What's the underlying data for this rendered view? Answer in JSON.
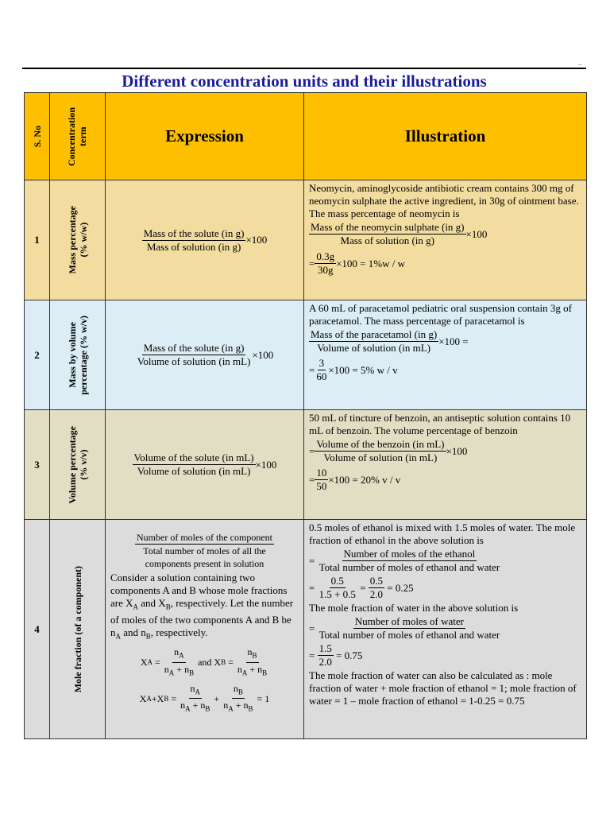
{
  "title": "Different concentration units and their illustrations",
  "headers": {
    "sno": "S. No",
    "term": "Concentration term",
    "expression": "Expression",
    "illustration": "Illustration"
  },
  "colors": {
    "header": "#fdbf00",
    "row1": "#f2dca0",
    "row2": "#dcedf5",
    "row3": "#e2dec4",
    "row4": "#dcdcdc",
    "title": "#1b1b9c"
  },
  "rows": [
    {
      "no": "1",
      "term": "Mass percentage",
      "term2": "(% w/w)",
      "expr_num": "Mass of the solute (in g)",
      "expr_den": "Mass of solution (in g)",
      "expr_mul": "×100",
      "ill_text": "Neomycin, aminoglycoside antibiotic cream contains 300 mg of neomycin sulphate the active ingredient, in 30g of ointment base. The mass percentage of neomycin is",
      "ill_num": "Mass of the neomycin sulphate (in g)",
      "ill_den": "Mass of solution (in g)",
      "ill_mul": "×100",
      "res_eq": "=",
      "res_num": "0.3g",
      "res_den": "30g",
      "res_tail": "×100 = 1%w / w"
    },
    {
      "no": "2",
      "term": "Mass by volume",
      "term2": "percentage (% w/v)",
      "expr_num": "Mass of the solute (in g)",
      "expr_den": "Volume of solution (in mL)",
      "expr_mul": "×100",
      "ill_text": "A 60 mL of paracetamol pediatric oral suspension contain 3g of paracetamol. The mass percentage of paracetamol is",
      "ill_num": "Mass of the paracetamol (in g)",
      "ill_den": "Volume of solution (in mL)",
      "ill_mul": "×100 =",
      "res_eq": "=",
      "res_num": "3",
      "res_den": "60",
      "res_tail": "×100 = 5% w / v"
    },
    {
      "no": "3",
      "term": "Volume percentage",
      "term2": "(% v/v)",
      "expr_num": "Volume of the solute (in mL)",
      "expr_den": "Volume of solution (in mL)",
      "expr_mul": "×100",
      "ill_text": "50 mL of tincture of benzoin, an antiseptic solution contains 10 mL of benzoin. The volume percentage of benzoin",
      "ill_eq": "=",
      "ill_num": "Volume of the benzoin (in mL)",
      "ill_den": "Volume of solution (in mL)",
      "ill_mul": "×100",
      "res_eq": "=",
      "res_num": "10",
      "res_den": "50",
      "res_tail": "×100 = 20% v / v"
    }
  ],
  "row4": {
    "no": "4",
    "term": "Mole fraction (of a component)",
    "expr_num": "Number of moles of the component",
    "expr_den1": "Total number of moles of all the",
    "expr_den2": "components present in solution",
    "expr_text1": "Consider a solution containing two components A and B whose mole fractions are",
    "xa": "X",
    "a": "A",
    "and": "and",
    "xb": "X",
    "b": "B",
    "expr_text2": ", respectively. Let the number of moles of the two components A and B be",
    "na": "n",
    "nb": "n",
    "expr_text3": ", respectively.",
    "f1_lhs": "X",
    "f1_num": "n",
    "f1_den1": "n",
    "f1_plus": " + ",
    "f1_den2": "n",
    "f2_and": "and",
    "f3_lhs1": "X",
    "f3_lhs2": "X",
    "f3_tail": "= 1",
    "ill_text1": "0.5 moles of ethanol is mixed with 1.5 moles of water. The mole fraction of ethanol in the above solution is",
    "ill_num1": "Number of moles of the ethanol",
    "ill_den1": "Total number of moles of ethanol and water",
    "ill_f2_num1": "0.5",
    "ill_f2_den1": "1.5 + 0.5",
    "ill_f2_num2": "0.5",
    "ill_f2_den2": "2.0",
    "ill_f2_tail": "= 0.25",
    "ill_text2": "The mole fraction of water in the above solution is",
    "ill_num2": "Number of moles of water",
    "ill_den2": "Total number of moles of ethanol and water",
    "ill_f4_num": "1.5",
    "ill_f4_den": "2.0",
    "ill_f4_tail": "= 0.75",
    "ill_text3": "The mole fraction of water can also be calculated as : mole fraction of water + mole fraction of ethanol = 1; mole fraction of water = 1 – mole fraction of ethanol = 1-0.25 = 0.75"
  }
}
